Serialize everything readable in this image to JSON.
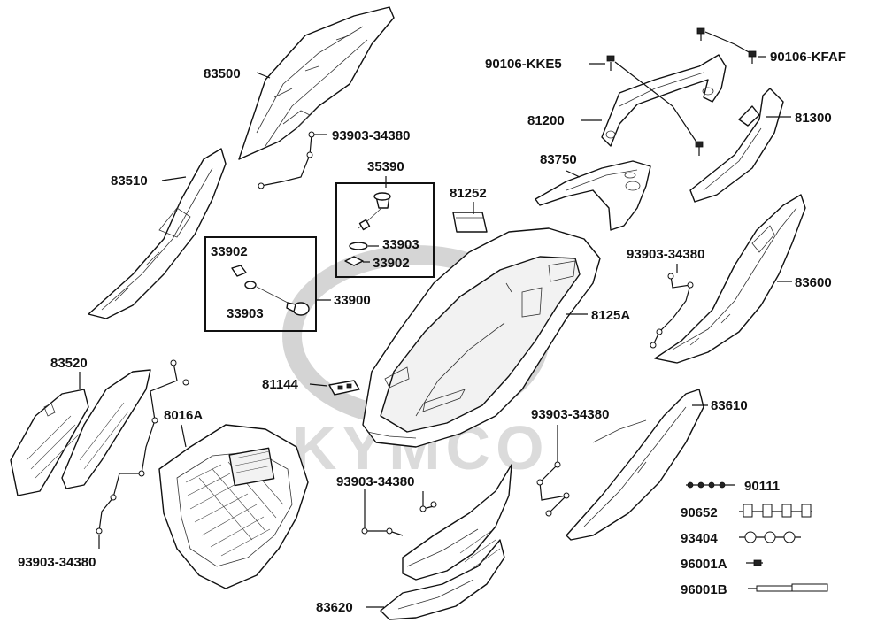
{
  "diagram": {
    "watermark": "KYMCO",
    "labels": {
      "p83500": "83500",
      "p93903_a": "93903-34380",
      "p83510": "83510",
      "p35390": "35390",
      "p81252": "81252",
      "p83750": "83750",
      "p81200": "81200",
      "p90106_kke5": "90106-KKE5",
      "p90106_kfaf": "90106-KFAF",
      "p81300": "81300",
      "p33902_a": "33902",
      "p33903_a": "33903",
      "p33903_b": "33903",
      "p33902_b": "33902",
      "p33900": "33900",
      "p93903_b": "93903-34380",
      "p83600": "83600",
      "p8125a": "8125A",
      "p83520": "83520",
      "p81144": "81144",
      "p8016a": "8016A",
      "p93903_c": "93903-34380",
      "p83610": "83610",
      "p93903_d": "93903-34380",
      "p90111": "90111",
      "p90652": "90652",
      "p93404": "93404",
      "p96001a": "96001A",
      "p96001b": "96001B",
      "p93903_e": "93903-34380",
      "p83620": "83620"
    }
  }
}
